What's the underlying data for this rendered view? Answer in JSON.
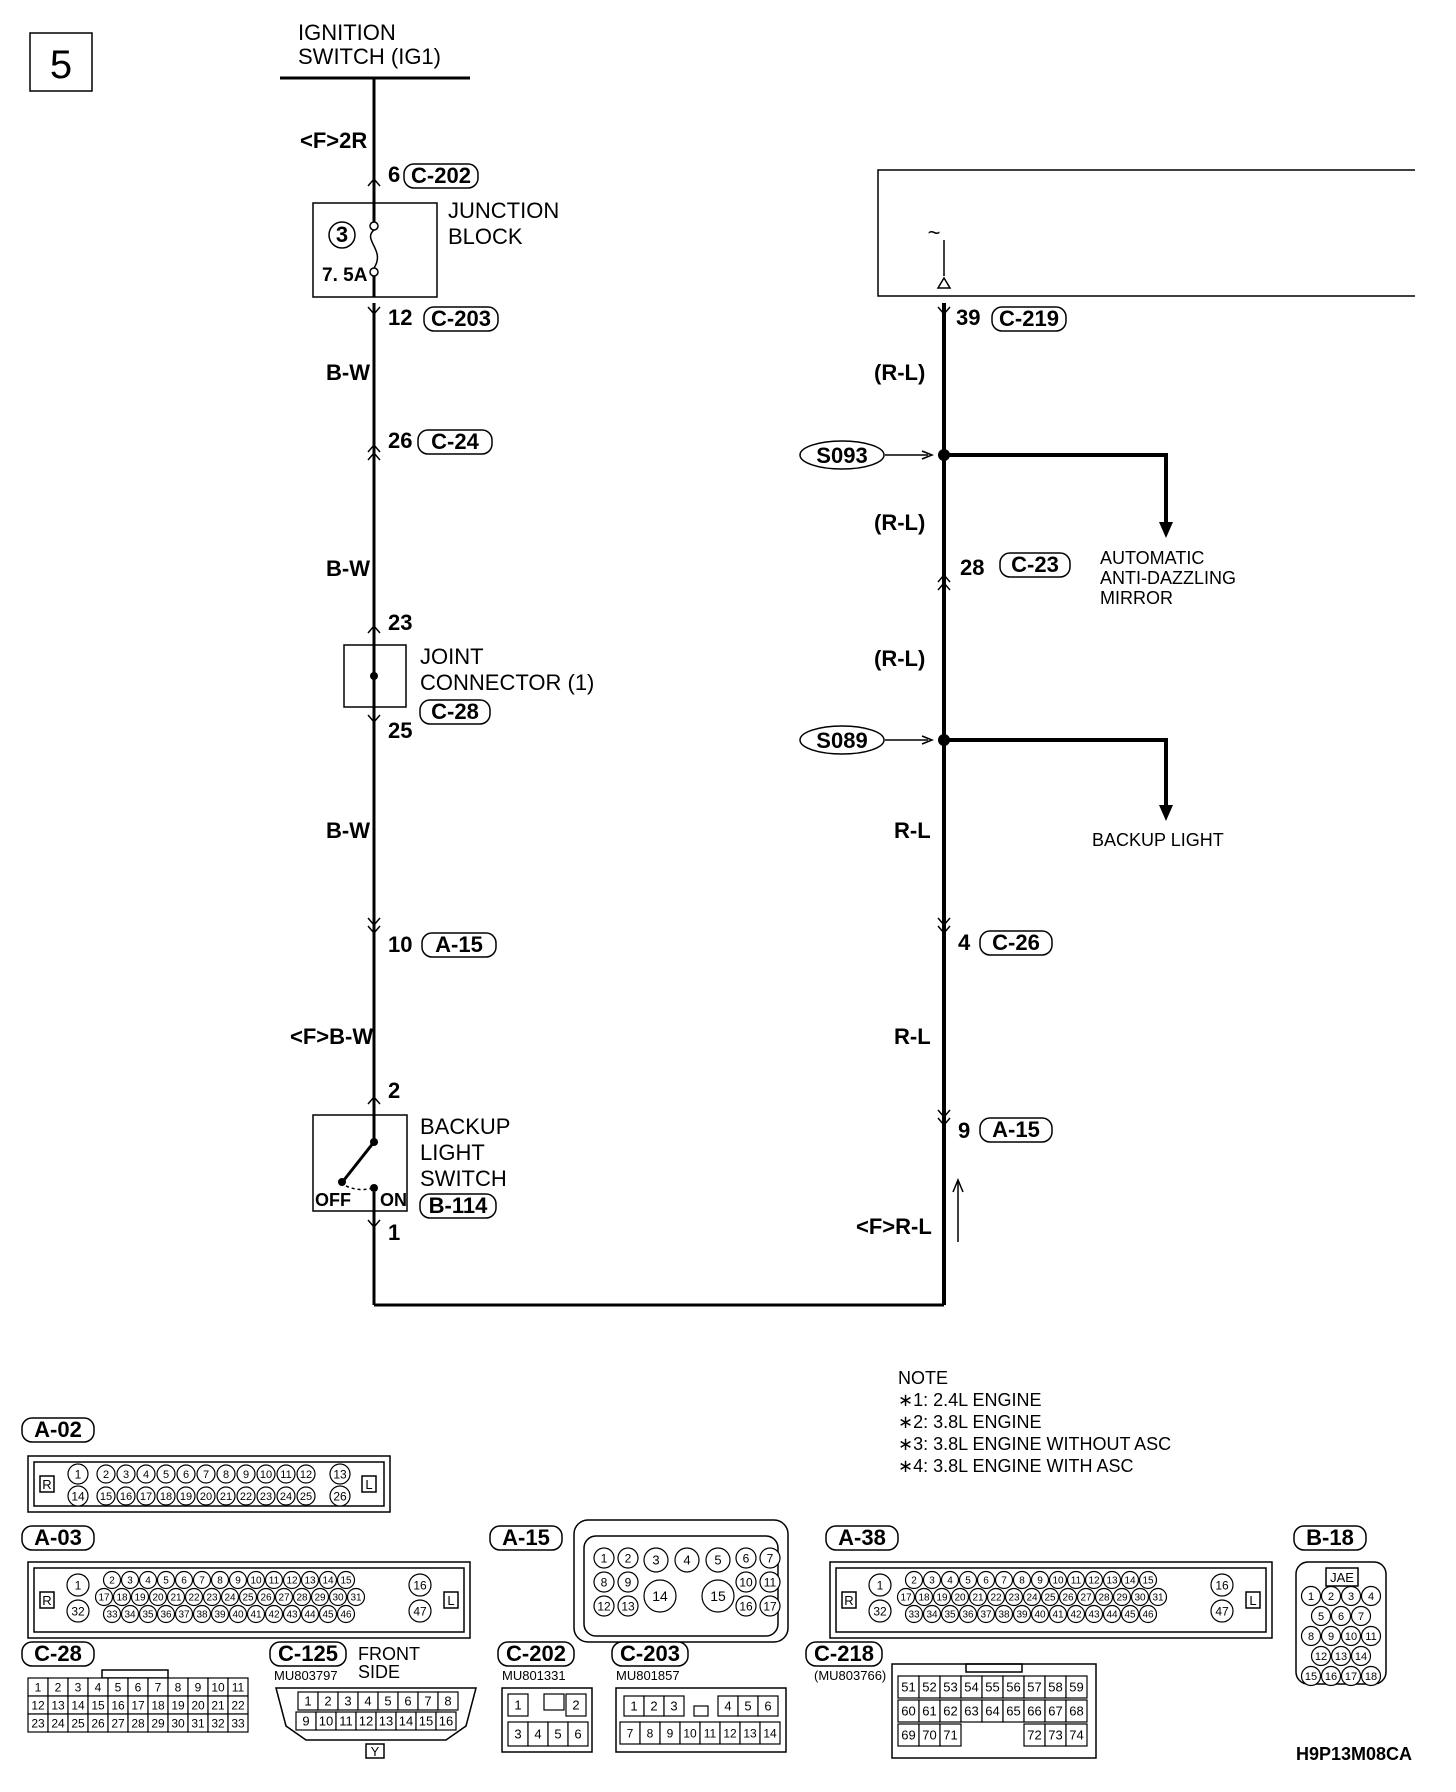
{
  "page_number": "5",
  "diagram_id": "H9P13M08CA",
  "power_source": {
    "line1": "IGNITION",
    "line2": "SWITCH (IG1)"
  },
  "left_circuit": {
    "wire_f_2r": "<F>2R",
    "c202_pin": "6",
    "c202": "C-202",
    "junction_block": {
      "line1": "JUNCTION",
      "line2": "BLOCK",
      "fuse_no": "3",
      "fuse_amp": "7. 5A"
    },
    "c203_pin": "12",
    "c203": "C-203",
    "wire1": "B-W",
    "c24_pin": "26",
    "c24": "C-24",
    "wire2": "B-W",
    "jc_pin_in": "23",
    "joint_connector": {
      "line1": "JOINT",
      "line2": "CONNECTOR (1)",
      "connector": "C-28"
    },
    "jc_pin_out": "25",
    "wire3": "B-W",
    "a15_pin": "10",
    "a15": "A-15",
    "wire4": "<F>B-W",
    "switch_pin_in": "2",
    "backup_switch": {
      "line1": "BACKUP",
      "line2": "LIGHT",
      "line3": "SWITCH",
      "off": "OFF",
      "on": "ON",
      "connector": "B-114"
    },
    "switch_pin_out": "1"
  },
  "right_circuit": {
    "c219_pin": "39",
    "c219": "C-219",
    "wire1": "(R-L)",
    "splice1": "S093",
    "wire2": "(R-L)",
    "c23_pin": "28",
    "c23": "C-23",
    "branch1": {
      "line1": "AUTOMATIC",
      "line2": "ANTI-DAZZLING",
      "line3": "MIRROR"
    },
    "wire3": "(R-L)",
    "splice2": "S089",
    "branch2": "BACKUP LIGHT",
    "wire4": "R-L",
    "c26_pin": "4",
    "c26": "C-26",
    "wire5": "R-L",
    "a15_pin": "9",
    "a15": "A-15",
    "wire6": "<F>R-L"
  },
  "note": {
    "title": "NOTE",
    "items": [
      "∗1: 2.4L ENGINE",
      "∗2: 3.8L ENGINE",
      "∗3: 3.8L ENGINE WITHOUT ASC",
      "∗4: 3.8L ENGINE WITH ASC"
    ]
  },
  "connectors": {
    "a02": {
      "label": "A-02",
      "r": "R",
      "l": "L"
    },
    "a03": {
      "label": "A-03",
      "r": "R",
      "l": "L"
    },
    "a15": {
      "label": "A-15"
    },
    "a38": {
      "label": "A-38",
      "r": "R",
      "l": "L"
    },
    "b18": {
      "label": "B-18",
      "maker": "JAE"
    },
    "c28": {
      "label": "C-28"
    },
    "c125": {
      "label": "C-125",
      "part": "MU803797",
      "side1": "FRONT",
      "side2": "SIDE",
      "key": "Y"
    },
    "c202": {
      "label": "C-202",
      "part": "MU801331"
    },
    "c203": {
      "label": "C-203",
      "part": "MU801857"
    },
    "c218": {
      "label": "C-218",
      "part": "(MU803766)"
    }
  }
}
